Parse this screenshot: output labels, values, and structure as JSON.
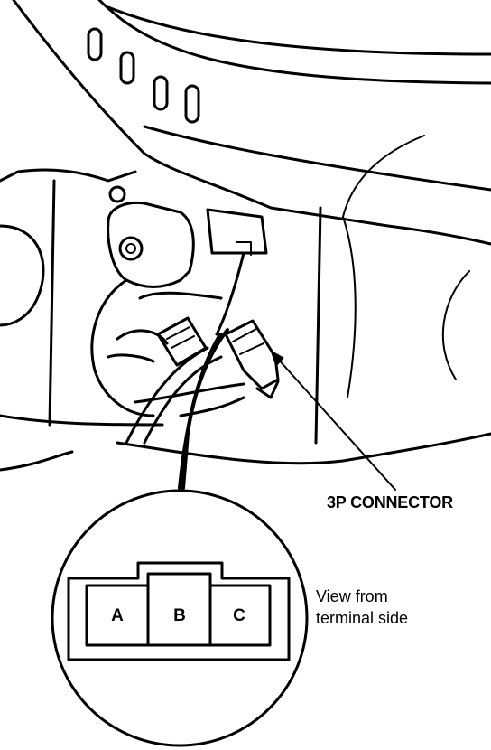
{
  "callout": {
    "label": "3P CONNECTOR"
  },
  "inset": {
    "caption_line1": "View from",
    "caption_line2": "terminal side",
    "terminals": [
      "A",
      "B",
      "C"
    ]
  }
}
